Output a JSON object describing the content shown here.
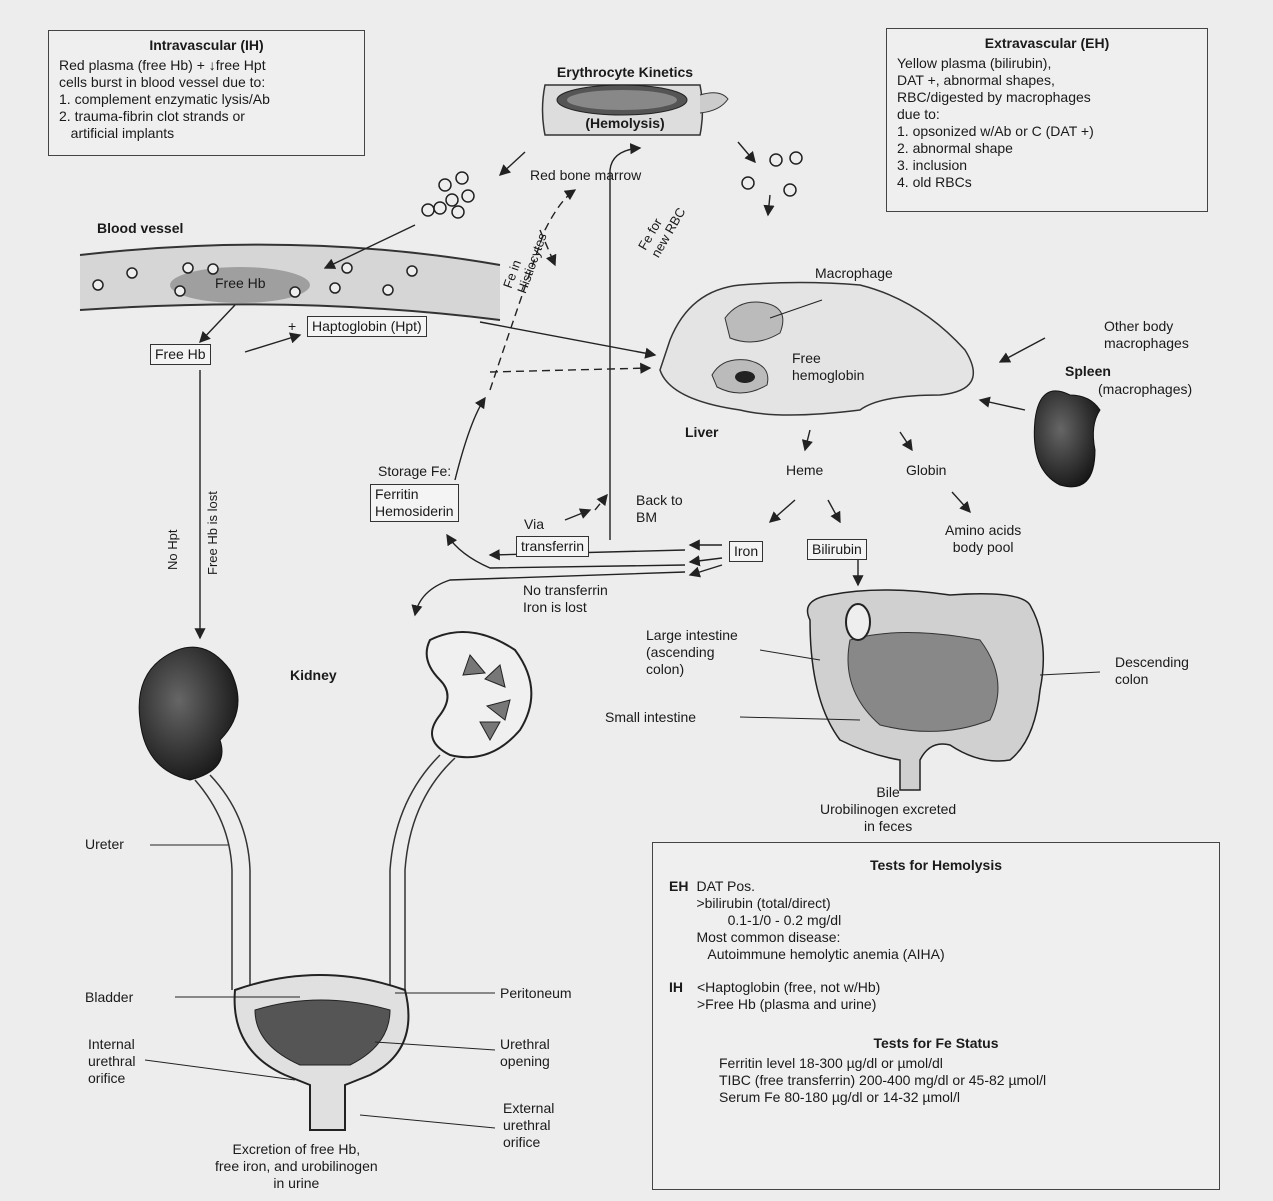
{
  "intravascular_box": {
    "title": "Intravascular (IH)",
    "lines": [
      "Red plasma (free Hb) + ↓free Hpt",
      "cells burst in blood vessel due to:",
      "1. complement enzymatic lysis/Ab",
      "2. trauma-fibrin clot strands or",
      "   artificial implants"
    ]
  },
  "kinetics_title": [
    "Erythrocyte Kinetics",
    "(Hemolysis)"
  ],
  "extravascular_box": {
    "title": "Extravascular (EH)",
    "lines": [
      "Yellow plasma (bilirubin),",
      "DAT +, abnormal shapes,",
      "RBC/digested by macrophages",
      "due to:",
      "1. opsonized w/Ab or C (DAT +)",
      "2. abnormal shape",
      "3. inclusion",
      "4. old RBCs"
    ]
  },
  "labels": {
    "red_bone_marrow": "Red bone marrow",
    "blood_vessel": "Blood vessel",
    "free_hb_vessel": "Free Hb",
    "haptoglobin": "Haptoglobin (Hpt)",
    "plus": "+",
    "free_hb": "Free Hb",
    "fe_histiocytes": "Fe in\nHistiocytes",
    "fe_new_rbc": "Fe for\nnew RBC",
    "macrophage": "Macrophage",
    "other_macrophages": "Other body\nmacrophages",
    "spleen": "Spleen",
    "spleen_sub": "(macrophages)",
    "free_hemoglobin": "Free\nhemoglobin",
    "liver": "Liver",
    "heme": "Heme",
    "globin": "Globin",
    "amino_acids": "Amino acids\nbody pool",
    "storage_fe": "Storage Fe:",
    "ferritin": "Ferritin\nHemosiderin",
    "back_to_bm": "Back to\nBM",
    "via": "Via",
    "transferrin": "transferrin",
    "iron": "Iron",
    "bilirubin": "Bilirubin",
    "no_transferrin": "No transferrin\nIron is lost",
    "no_hpt": "No Hpt",
    "free_hb_lost": "Free Hb is lost",
    "kidney": "Kidney",
    "large_intestine": "Large intestine\n(ascending\ncolon)",
    "descending_colon": "Descending\ncolon",
    "small_intestine": "Small intestine",
    "bile": "Bile\nUrobilinogen excreted\nin feces",
    "ureter": "Ureter",
    "bladder": "Bladder",
    "peritoneum": "Peritoneum",
    "internal_orifice": "Internal\nurethral\norifice",
    "urethral_opening": "Urethral\nopening",
    "external_orifice": "External\nurethral\norifice",
    "excretion": "Excretion of free Hb,\nfree iron, and urobilinogen\nin urine"
  },
  "tests_box": {
    "title": "Tests for Hemolysis",
    "eh_tag": "EH",
    "eh_lines": [
      "DAT Pos.",
      ">bilirubin (total/direct)",
      "        0.1-1/0 - 0.2 mg/dl",
      "Most common disease:",
      "   Autoimmune hemolytic anemia (AIHA)"
    ],
    "ih_tag": "IH",
    "ih_lines": [
      "<Haptoglobin (free, not w/Hb)",
      ">Free Hb (plasma and urine)"
    ],
    "fe_title": "Tests for Fe Status",
    "fe_lines": [
      "Ferritin level 18-300 µg/dl or µmol/dl",
      "TIBC (free transferrin) 200-400 mg/dl or 45-82 µmol/l",
      "Serum Fe 80-180 µg/dl or 14-32 µmol/l"
    ]
  }
}
